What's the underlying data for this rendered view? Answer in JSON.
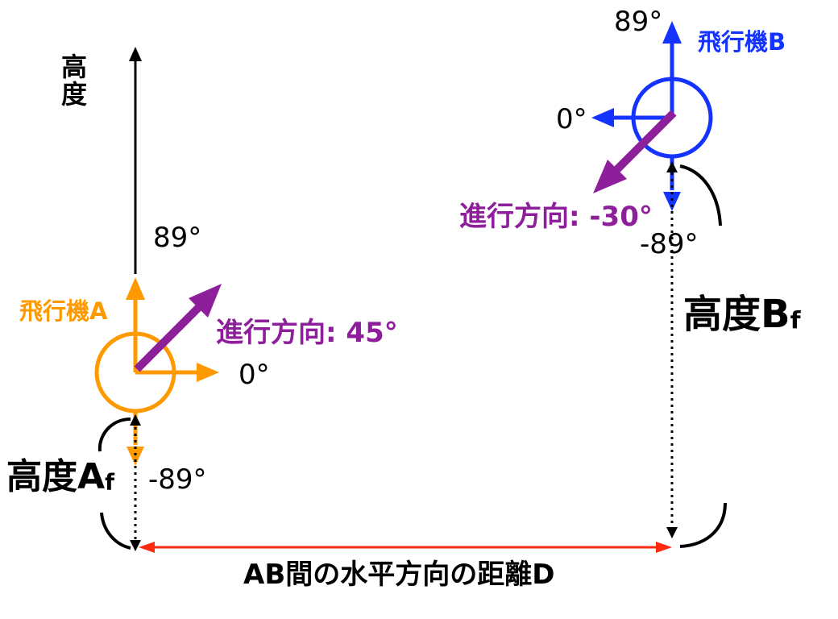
{
  "colors": {
    "black": "#000000",
    "orange": "#FF9900",
    "blue": "#1433FF",
    "purple": "#8E1F9B",
    "red": "#FF2A12"
  },
  "axis": {
    "altitude_label": "高度"
  },
  "plane_a": {
    "name": "飛行機A",
    "angle_up": "89°",
    "angle_right": "0°",
    "angle_down": "-89°",
    "heading": "進行方向: 45°",
    "altitude_main": "高度A",
    "altitude_sub": "f"
  },
  "plane_b": {
    "name": "飛行機B",
    "angle_up": "89°",
    "angle_left": "0°",
    "angle_down": "-89°",
    "heading": "進行方向: -30°",
    "altitude_main": "高度B",
    "altitude_sub": "f"
  },
  "distance_label": "AB間の水平方向の距離D"
}
